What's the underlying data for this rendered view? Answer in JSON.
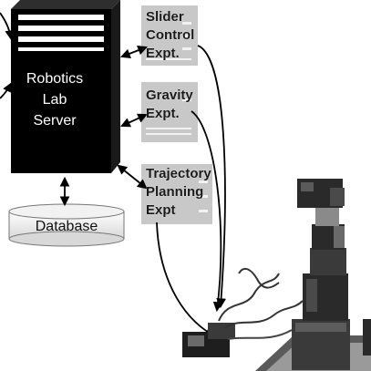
{
  "server": {
    "line1": "Robotics",
    "line2": "Lab",
    "line3": "Server"
  },
  "database": {
    "label": "Database"
  },
  "experiments": [
    {
      "line1": "Slider",
      "line2": "Control",
      "line3": "Expt."
    },
    {
      "line1": "Gravity",
      "line2": "Expt."
    },
    {
      "line1": "Trajectory",
      "line2": "Planning",
      "line3": "Expt"
    }
  ],
  "colors": {
    "server": "#000000",
    "panel": "#c8c8c8",
    "robot_dark": "#2a2a2a",
    "robot_mid": "#4a4a4a"
  }
}
